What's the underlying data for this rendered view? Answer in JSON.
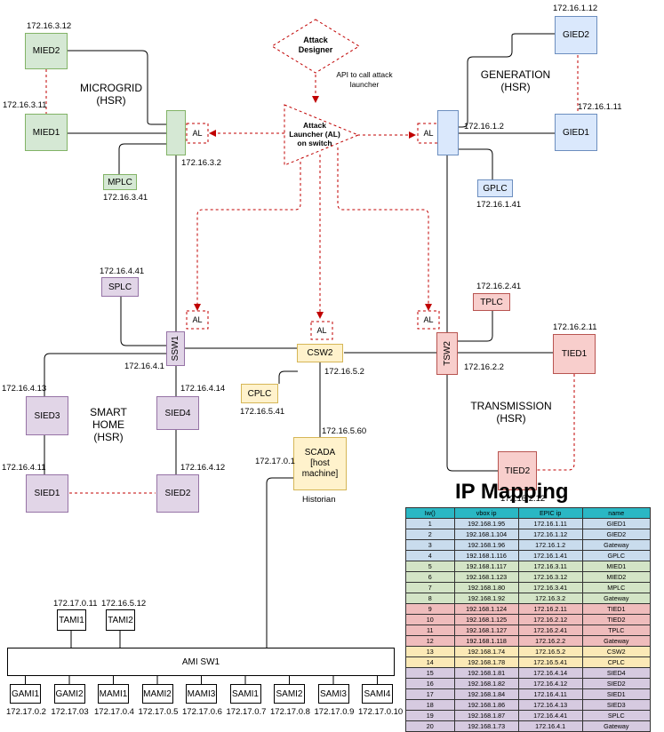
{
  "regions": {
    "microgrid": [
      "MICROGRID",
      "(HSR)"
    ],
    "generation": [
      "GENERATION",
      "(HSR)"
    ],
    "smart_home": [
      "SMART",
      "HOME",
      "(HSR)"
    ],
    "transmission": [
      "TRANSMISSION",
      "(HSR)"
    ]
  },
  "attack": {
    "designer": [
      "Attack",
      "Designer"
    ],
    "launcher": [
      "Attack",
      "Launcher (AL)",
      "on switch"
    ],
    "api_note": [
      "API to call  attack",
      "launcher"
    ],
    "al_label": "AL"
  },
  "devices": {
    "mied2": "MIED2",
    "mied1": "MIED1",
    "mplc": "MPLC",
    "gied2": "GIED2",
    "gied1": "GIED1",
    "gplc": "GPLC",
    "splc": "SPLC",
    "ssw1": "SSW1",
    "csw2": "CSW2",
    "tsw2": "TSW2",
    "tplc": "TPLC",
    "tied1": "TIED1",
    "tied2": "TIED2",
    "sied3": "SIED3",
    "sied4": "SIED4",
    "sied1": "SIED1",
    "sied2": "SIED2",
    "cplc": "CPLC",
    "scada": [
      "SCADA",
      "[host",
      "machine]"
    ],
    "historian": "Historian",
    "ami_sw1": "AMI SW1",
    "tami1": "TAMI1",
    "tami2": "TAMI2"
  },
  "ips": {
    "mied2": "172.16.3.12",
    "mied1": "172.16.3.11",
    "mplc": "172.16.3.41",
    "msw": "172.16.3.2",
    "gied2": "172.16.1.12",
    "gied1": "172.16.1.11",
    "gsw": "172.16.1.2",
    "gplc": "172.16.1.41",
    "splc": "172.16.4.41",
    "ssw1": "172.16.4.1",
    "sied3": "172.16.4.13",
    "sied4": "172.16.4.14",
    "sied1": "172.16.4.11",
    "sied2": "172.16.4.12",
    "csw2": "172.16.5.2",
    "cplc": "172.16.5.41",
    "scada": "172.16.5.60",
    "scada_ami": "172.17.0.1",
    "tplc": "172.16.2.41",
    "tied1": "172.16.2.11",
    "tsw2": "172.16.2.2",
    "tied2": "172.16.2.12",
    "tami1": "172.17.0.11",
    "tami2": "172.16.5.12"
  },
  "ami_nodes": [
    {
      "name": "GAMI1",
      "ip": "172.17.0.2"
    },
    {
      "name": "GAMI2",
      "ip": "172.17.03"
    },
    {
      "name": "MAMI1",
      "ip": "172.17.0.4"
    },
    {
      "name": "MAMI2",
      "ip": "172.17.0.5"
    },
    {
      "name": "MAMI3",
      "ip": "172.17.0.6"
    },
    {
      "name": "SAMI1",
      "ip": "172.17.0.7"
    },
    {
      "name": "SAMI2",
      "ip": "172.17.0.8"
    },
    {
      "name": "SAMI3",
      "ip": "172.17.0.9"
    },
    {
      "name": "SAMI4",
      "ip": "172.17.0.10"
    }
  ],
  "ip_mapping": {
    "title": "IP Mapping",
    "headers": [
      "Iw()",
      "vbox ip",
      "EPIC ip",
      "name"
    ],
    "rows": [
      {
        "group": "blue",
        "cells": [
          "1",
          "192.168.1.95",
          "172.16.1.11",
          "GIED1"
        ]
      },
      {
        "group": "blue",
        "cells": [
          "2",
          "192.168.1.104",
          "172.16.1.12",
          "GIED2"
        ]
      },
      {
        "group": "blue",
        "cells": [
          "3",
          "192.168.1.96",
          "172.16.1.2",
          "Gateway"
        ]
      },
      {
        "group": "blue",
        "cells": [
          "4",
          "192.168.1.116",
          "172.16.1.41",
          "GPLC"
        ]
      },
      {
        "group": "green",
        "cells": [
          "5",
          "192.168.1.117",
          "172.16.3.11",
          "MIED1"
        ]
      },
      {
        "group": "green",
        "cells": [
          "6",
          "192.168.1.123",
          "172.16.3.12",
          "MIED2"
        ]
      },
      {
        "group": "green",
        "cells": [
          "7",
          "192.168.1.80",
          "172.16.3.41",
          "MPLC"
        ]
      },
      {
        "group": "green",
        "cells": [
          "8",
          "192.168.1.92",
          "172.16.3.2",
          "Gateway"
        ]
      },
      {
        "group": "red",
        "cells": [
          "9",
          "192.168.1.124",
          "172.16.2.11",
          "TIED1"
        ]
      },
      {
        "group": "red",
        "cells": [
          "10",
          "192.168.1.125",
          "172.16.2.12",
          "TIED2"
        ]
      },
      {
        "group": "red",
        "cells": [
          "11",
          "192.168.1.127",
          "172.16.2.41",
          "TPLC"
        ]
      },
      {
        "group": "red",
        "cells": [
          "12",
          "192.168.1.118",
          "172.16.2.2",
          "Gateway"
        ]
      },
      {
        "group": "yellow",
        "cells": [
          "13",
          "192.168.1.74",
          "172.16.5.2",
          "CSW2"
        ]
      },
      {
        "group": "yellow",
        "cells": [
          "14",
          "192.168.1.78",
          "172.16.5.41",
          "CPLC"
        ]
      },
      {
        "group": "purple",
        "cells": [
          "15",
          "192.168.1.81",
          "172.16.4.14",
          "SIED4"
        ]
      },
      {
        "group": "purple",
        "cells": [
          "16",
          "192.168.1.82",
          "172.16.4.12",
          "SIED2"
        ]
      },
      {
        "group": "purple",
        "cells": [
          "17",
          "192.168.1.84",
          "172.16.4.11",
          "SIED1"
        ]
      },
      {
        "group": "purple",
        "cells": [
          "18",
          "192.168.1.86",
          "172.16.4.13",
          "SIED3"
        ]
      },
      {
        "group": "purple",
        "cells": [
          "19",
          "192.168.1.87",
          "172.16.4.41",
          "SPLC"
        ]
      },
      {
        "group": "purple",
        "cells": [
          "20",
          "192.168.1.73",
          "172.16.4.1",
          "Gateway"
        ]
      }
    ]
  },
  "colors": {
    "green_fill": "#d5e8d4",
    "green_stroke": "#82b366",
    "blue_fill": "#dae8fc",
    "blue_stroke": "#6c8ebf",
    "purple_fill": "#e1d5e7",
    "purple_stroke": "#9673a6",
    "red_fill": "#f8cecc",
    "red_stroke": "#b85450",
    "yellow_fill": "#fff2cc",
    "yellow_stroke": "#d6b656",
    "attack_red": "#c00000",
    "table_header": "#2ab7c4"
  }
}
